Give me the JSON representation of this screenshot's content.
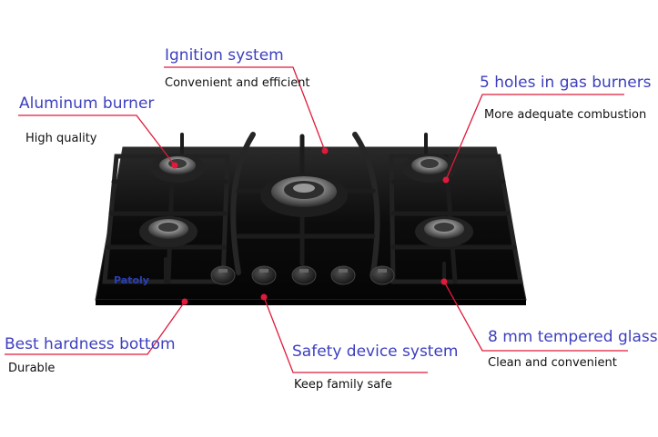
{
  "colors": {
    "heading": "#3d3fbf",
    "subtext": "#111111",
    "callout_line": "#e01a3a",
    "glass": "#0d0d0d",
    "grate": "#1a1a1a"
  },
  "brand": "Patoly",
  "features": [
    {
      "id": "ignition",
      "title": "Ignition system",
      "subtitle": "Convenient and efficient"
    },
    {
      "id": "aluminum",
      "title": "Aluminum burner",
      "subtitle": "High quality"
    },
    {
      "id": "holes",
      "title": "5 holes in gas burners",
      "subtitle": "More adequate combustion"
    },
    {
      "id": "bottom",
      "title": "Best hardness bottom",
      "subtitle": "Durable"
    },
    {
      "id": "safety",
      "title": "Safety device system",
      "subtitle": "Keep family safe"
    },
    {
      "id": "glass",
      "title": "8 mm tempered glass",
      "subtitle": "Clean and convenient"
    }
  ]
}
